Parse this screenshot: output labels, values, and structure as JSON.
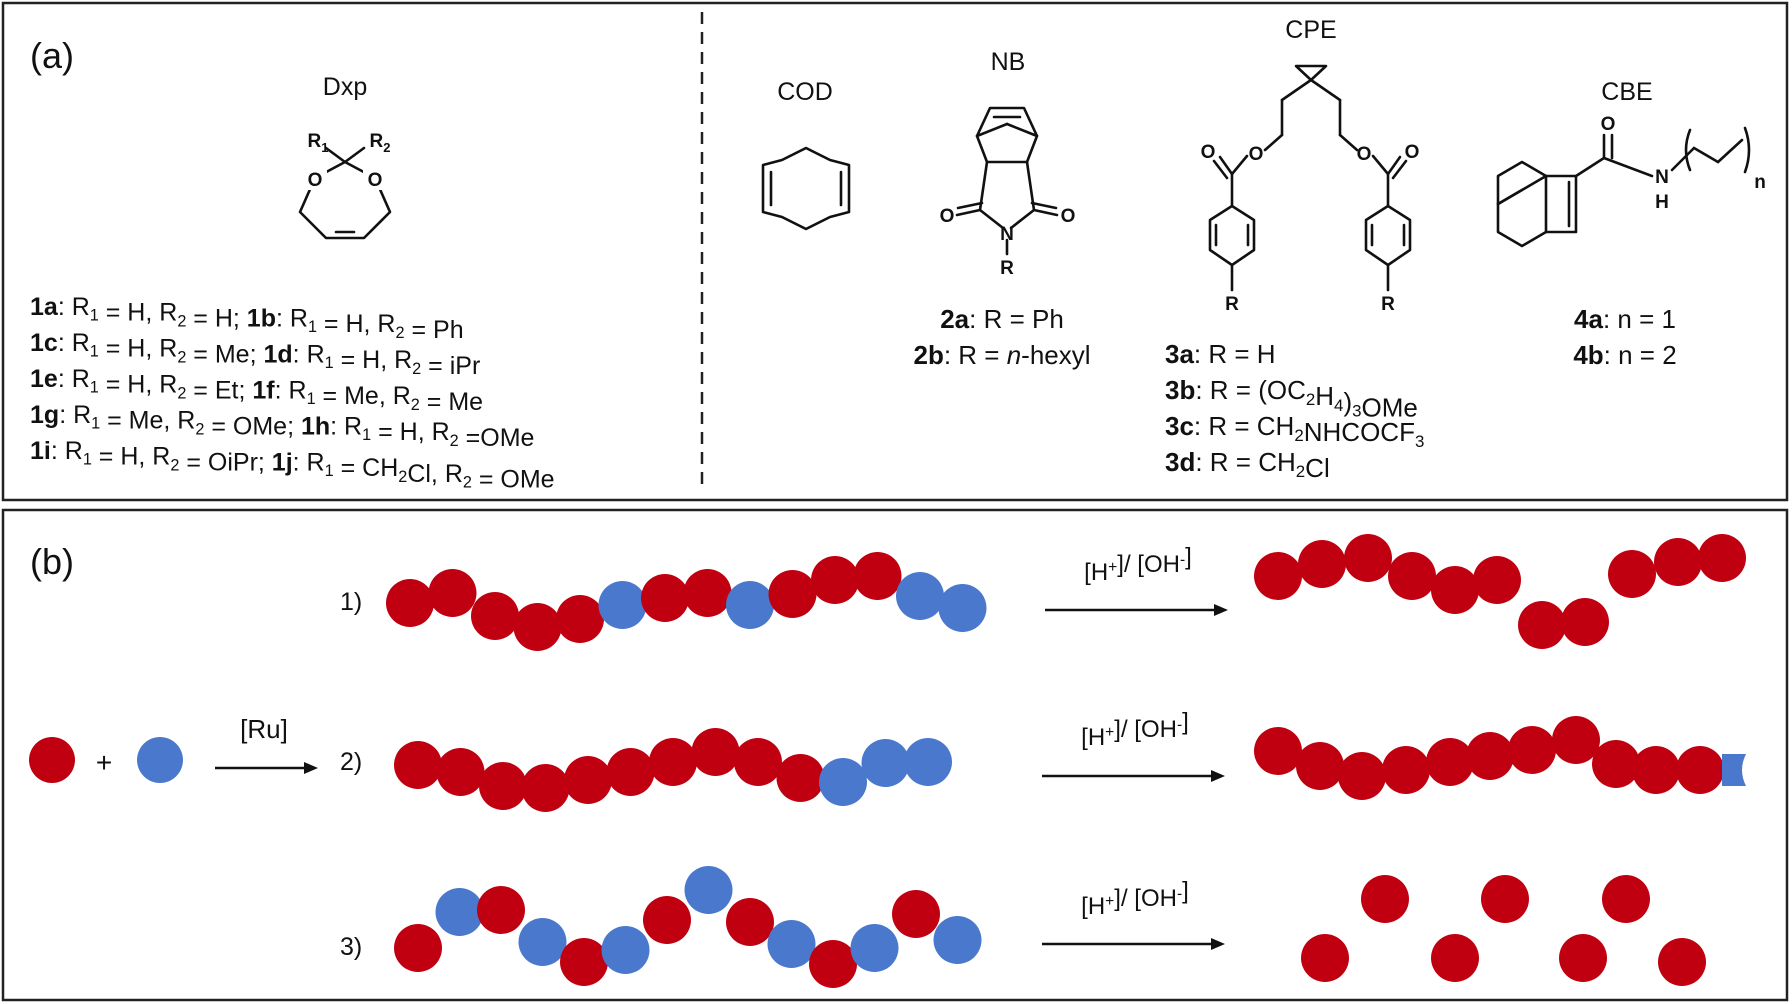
{
  "panel_a": {
    "label": "(a)",
    "dxp": {
      "name": "Dxp",
      "atom_r1": "R",
      "atom_r1_sub": "1",
      "atom_r2": "R",
      "atom_r2_sub": "2",
      "atom_o": "O",
      "entries": [
        [
          {
            "t": "1a",
            "b": true
          },
          {
            "t": ": R"
          },
          {
            "t": "1",
            "s": "sub"
          },
          {
            "t": " = H, R"
          },
          {
            "t": "2",
            "s": "sub"
          },
          {
            "t": " = H;   "
          },
          {
            "t": "1b",
            "b": true
          },
          {
            "t": ": R"
          },
          {
            "t": "1",
            "s": "sub"
          },
          {
            "t": " = H, R"
          },
          {
            "t": "2",
            "s": "sub"
          },
          {
            "t": " = Ph"
          }
        ],
        [
          {
            "t": "1c",
            "b": true
          },
          {
            "t": ": R"
          },
          {
            "t": "1",
            "s": "sub"
          },
          {
            "t": " = H, R"
          },
          {
            "t": "2",
            "s": "sub"
          },
          {
            "t": " = Me; "
          },
          {
            "t": "1d",
            "b": true
          },
          {
            "t": ": R"
          },
          {
            "t": "1",
            "s": "sub"
          },
          {
            "t": " = H, R"
          },
          {
            "t": "2",
            "s": "sub"
          },
          {
            "t": " = iPr"
          }
        ],
        [
          {
            "t": "1e",
            "b": true
          },
          {
            "t": ": R"
          },
          {
            "t": "1",
            "s": "sub"
          },
          {
            "t": " = H, R"
          },
          {
            "t": "2",
            "s": "sub"
          },
          {
            "t": " = Et;    "
          },
          {
            "t": "1f",
            "b": true
          },
          {
            "t": ": R"
          },
          {
            "t": "1",
            "s": "sub"
          },
          {
            "t": " = Me, R"
          },
          {
            "t": "2",
            "s": "sub"
          },
          {
            "t": " = Me"
          }
        ],
        [
          {
            "t": "1g",
            "b": true
          },
          {
            "t": ": R"
          },
          {
            "t": "1",
            "s": "sub"
          },
          {
            "t": " = Me, R"
          },
          {
            "t": "2",
            "s": "sub"
          },
          {
            "t": " = OMe; "
          },
          {
            "t": "1h",
            "b": true
          },
          {
            "t": ": R"
          },
          {
            "t": "1",
            "s": "sub"
          },
          {
            "t": " = H, R"
          },
          {
            "t": "2",
            "s": "sub"
          },
          {
            "t": " =OMe"
          }
        ],
        [
          {
            "t": "1i",
            "b": true
          },
          {
            "t": ": R"
          },
          {
            "t": "1",
            "s": "sub"
          },
          {
            "t": " = H, R"
          },
          {
            "t": "2",
            "s": "sub"
          },
          {
            "t": " = OiPr; "
          },
          {
            "t": "1j",
            "b": true
          },
          {
            "t": ": R"
          },
          {
            "t": "1",
            "s": "sub"
          },
          {
            "t": " = CH"
          },
          {
            "t": "2",
            "s": "sub"
          },
          {
            "t": "Cl, R"
          },
          {
            "t": "2",
            "s": "sub"
          },
          {
            "t": " = OMe"
          }
        ]
      ]
    },
    "cod": {
      "name": "COD"
    },
    "nb": {
      "name": "NB",
      "atom_o": "O",
      "atom_n": "N",
      "atom_r": "R",
      "entries": [
        [
          {
            "t": "2a",
            "b": true
          },
          {
            "t": ": R = Ph"
          }
        ],
        [
          {
            "t": "2b",
            "b": true
          },
          {
            "t": ": R = "
          },
          {
            "t": "n",
            "i": true
          },
          {
            "t": "-hexyl"
          }
        ]
      ]
    },
    "cpe": {
      "name": "CPE",
      "atom_o": "O",
      "atom_r": "R",
      "entries": [
        [
          {
            "t": "3a",
            "b": true
          },
          {
            "t": ": R = H"
          }
        ],
        [
          {
            "t": "3b",
            "b": true
          },
          {
            "t": ": R = (OC"
          },
          {
            "t": "2",
            "s": "sub"
          },
          {
            "t": "H"
          },
          {
            "t": "4",
            "s": "sub"
          },
          {
            "t": ")"
          },
          {
            "t": "3",
            "s": "sub"
          },
          {
            "t": "OMe"
          }
        ],
        [
          {
            "t": "3c",
            "b": true
          },
          {
            "t": ": R = CH"
          },
          {
            "t": "2",
            "s": "sub"
          },
          {
            "t": "NHCOCF"
          },
          {
            "t": "3",
            "s": "sub"
          }
        ],
        [
          {
            "t": "3d",
            "b": true
          },
          {
            "t": ": R = CH"
          },
          {
            "t": "2",
            "s": "sub"
          },
          {
            "t": "Cl"
          }
        ]
      ]
    },
    "cbe": {
      "name": "CBE",
      "atom_o": "O",
      "atom_n": "N",
      "atom_h": "H",
      "atom_sub_n": "n",
      "entries": [
        [
          {
            "t": "4a",
            "b": true
          },
          {
            "t": ": n = 1"
          }
        ],
        [
          {
            "t": "4b",
            "b": true
          },
          {
            "t": ": n = 2"
          }
        ]
      ]
    }
  },
  "panel_b": {
    "label": "(b)",
    "plus": "+",
    "catalyst": "[Ru]",
    "reagent": [
      {
        "t": "[H"
      },
      {
        "t": "+",
        "s": "sup"
      },
      {
        "t": "]/ [OH"
      },
      {
        "t": "-",
        "s": "sup"
      },
      {
        "t": "]"
      }
    ],
    "routes": [
      {
        "label": "1)",
        "chain": "RRRRRBRRBRRRBB"
      },
      {
        "label": "2)",
        "chain": "RRRRRRRRRRBBB"
      },
      {
        "label": "3)",
        "chain": "RBRBRBRBRBRBRB"
      }
    ],
    "colors": {
      "red": "#c00010",
      "blue": "#4a78cc"
    }
  }
}
